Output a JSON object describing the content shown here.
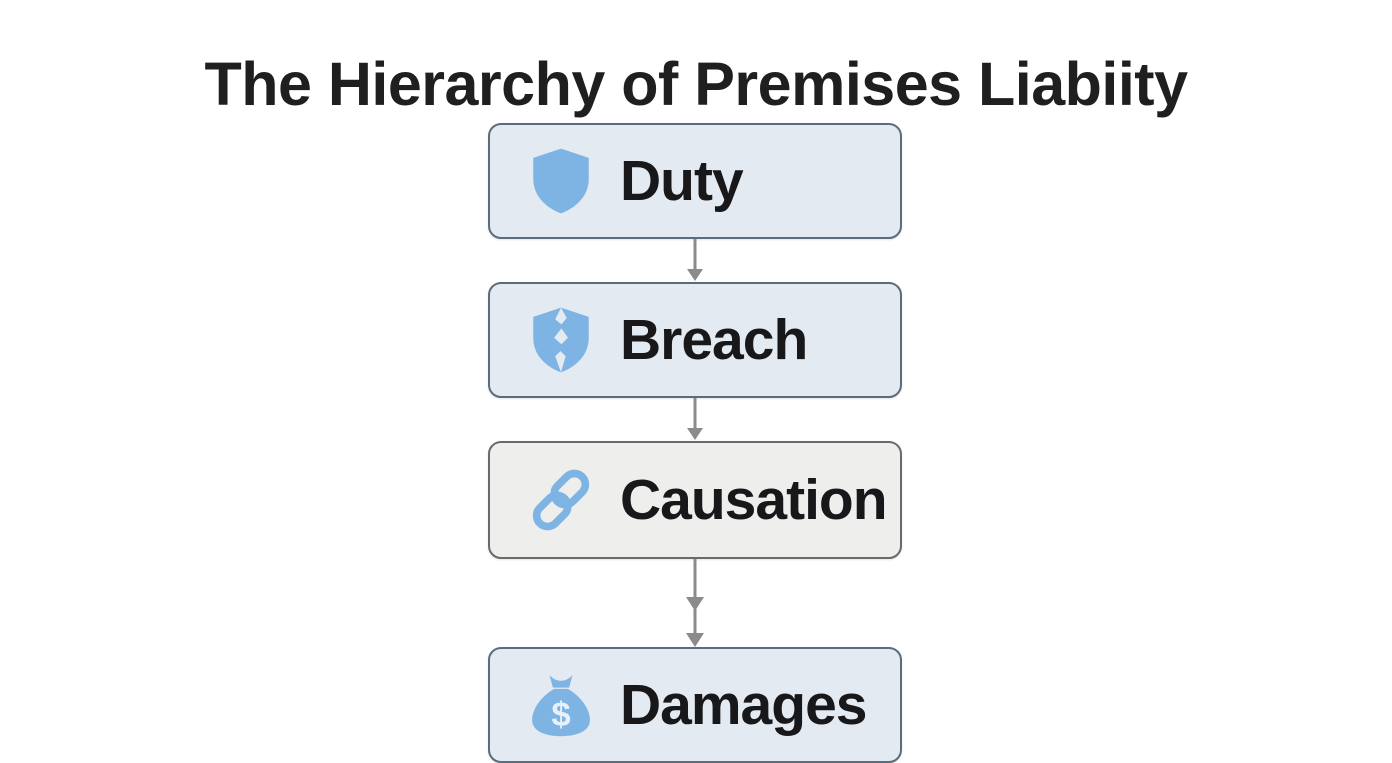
{
  "page": {
    "title": "The Hierarchy of Premises Liabiity",
    "background_color": "#ffffff",
    "title_color": "#1f1f1f"
  },
  "diagram": {
    "type": "vertical-flowchart",
    "accent_color": "#7eb4e4",
    "nodes": [
      {
        "id": "duty",
        "label": "Duty",
        "icon": "shield-icon",
        "fill": "#e4eaf1",
        "border": "#5b6c7d",
        "order": 1
      },
      {
        "id": "breach",
        "label": "Breach",
        "icon": "broken-shield-icon",
        "fill": "#e4eaf1",
        "border": "#5b6c7d",
        "order": 2
      },
      {
        "id": "causation",
        "label": "Causation",
        "icon": "chain-link-icon",
        "fill": "#eeeeec",
        "border": "#6a6a6a",
        "order": 3
      },
      {
        "id": "damages",
        "label": "Damages",
        "icon": "money-bag-icon",
        "fill": "#e4eaf1",
        "border": "#5b6c7d",
        "order": 4
      }
    ],
    "connectors": [
      {
        "id": "duty-to-breach",
        "from": "duty",
        "to": "breach",
        "arrowheads": 1,
        "color": "#8b8b8b"
      },
      {
        "id": "breach-to-causation",
        "from": "breach",
        "to": "causation",
        "arrowheads": 1,
        "color": "#8b8b8b"
      },
      {
        "id": "causation-to-damages",
        "from": "causation",
        "to": "damages",
        "arrowheads": 2,
        "color": "#8b8b8b"
      }
    ]
  }
}
